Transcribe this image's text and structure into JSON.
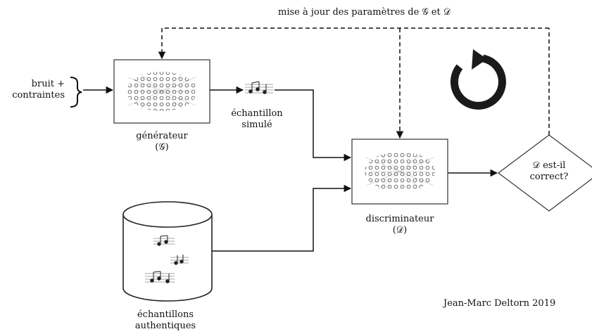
{
  "top_label": "mise à jour des paramètres de 𝒢 et 𝒟",
  "input": {
    "line1": "bruit +",
    "line2": "contraintes"
  },
  "generator": {
    "name": "générateur",
    "symbol": "(𝒢)"
  },
  "simulated": {
    "line1": "échantillon",
    "line2": "simulé"
  },
  "discriminator": {
    "name": "discriminateur",
    "symbol": "(𝒟)"
  },
  "decision": {
    "line1": "𝒟 est-il",
    "line2": "correct?"
  },
  "authentic": {
    "line1": "échantillons",
    "line2": "authentiques"
  },
  "credit": "Jean-Marc Deltorn 2019",
  "colors": {
    "line": "#111111",
    "box_border": "#333333",
    "loop_arrow": "#1a1a1a"
  }
}
